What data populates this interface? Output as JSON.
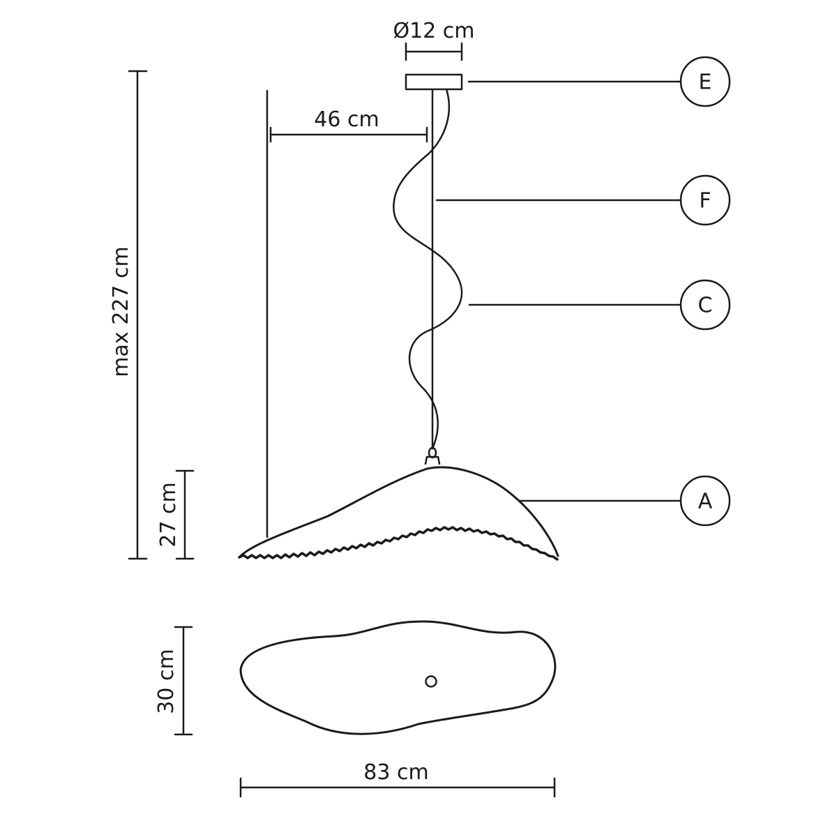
{
  "dimensions": {
    "canopy_diameter": "Ø12 cm",
    "offset": "46 cm",
    "max_height": "max 227 cm",
    "shade_height": "27 cm",
    "shade_depth": "30 cm",
    "shade_width": "83 cm"
  },
  "callouts": [
    {
      "letter": "E",
      "part": "ceiling canopy"
    },
    {
      "letter": "F",
      "part": "suspension cable"
    },
    {
      "letter": "C",
      "part": "power cord"
    },
    {
      "letter": "A",
      "part": "lamp shade"
    }
  ]
}
